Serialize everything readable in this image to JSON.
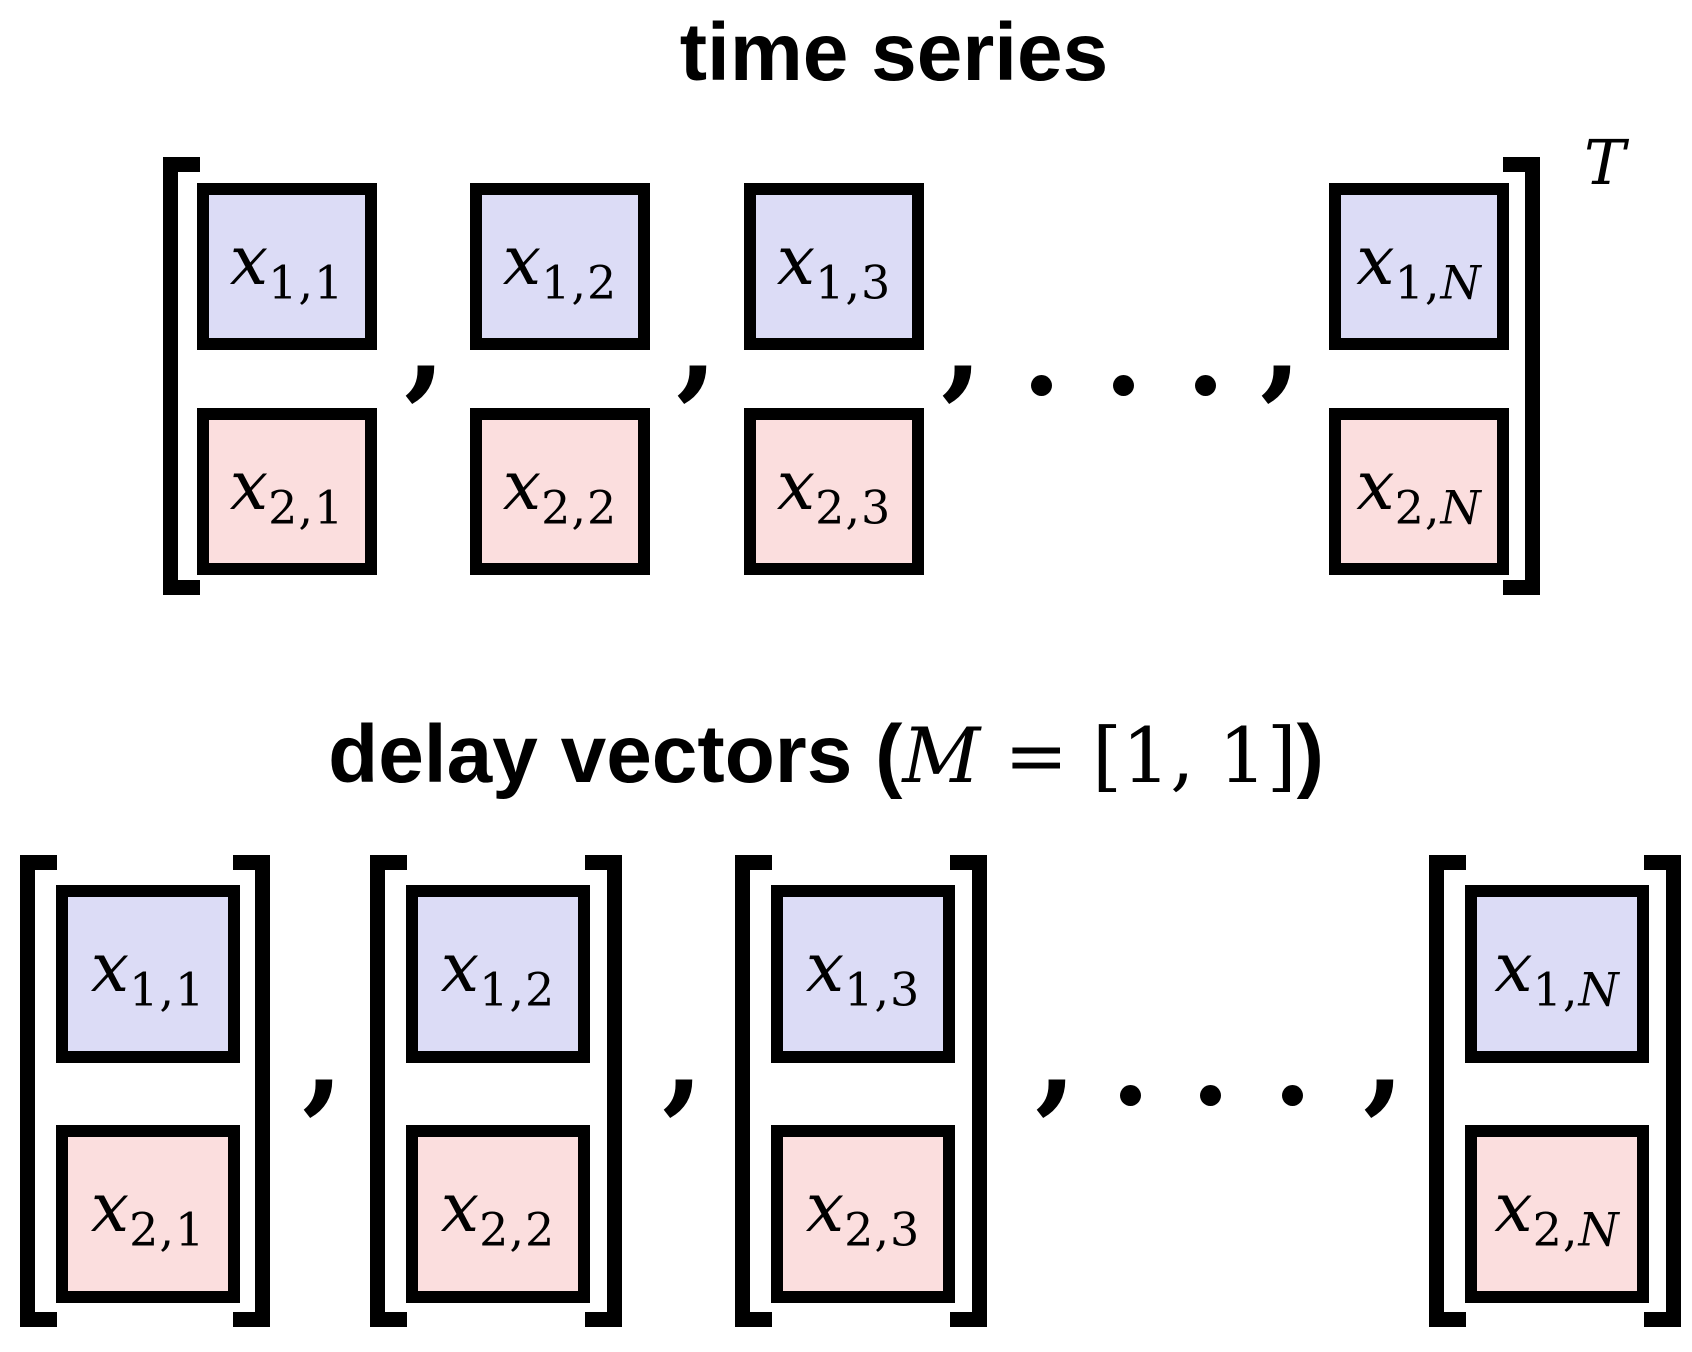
{
  "colors": {
    "blue_fill": "#dcdcf6",
    "pink_fill": "#fbdede",
    "ink": "#000000"
  },
  "symbols": {
    "comma": ",",
    "cdots": "⋯",
    "transpose": "T"
  },
  "time_series": {
    "title": "time series",
    "columns": [
      {
        "top": {
          "base": "x",
          "sub_prefix": "1,",
          "sub_var": "1"
        },
        "bottom": {
          "base": "x",
          "sub_prefix": "2,",
          "sub_var": "1"
        }
      },
      {
        "top": {
          "base": "x",
          "sub_prefix": "1,",
          "sub_var": "2"
        },
        "bottom": {
          "base": "x",
          "sub_prefix": "2,",
          "sub_var": "2"
        }
      },
      {
        "top": {
          "base": "x",
          "sub_prefix": "1,",
          "sub_var": "3"
        },
        "bottom": {
          "base": "x",
          "sub_prefix": "2,",
          "sub_var": "3"
        }
      },
      {
        "top": {
          "base": "x",
          "sub_prefix": "1,",
          "sub_var": "N"
        },
        "bottom": {
          "base": "x",
          "sub_prefix": "2,",
          "sub_var": "N"
        }
      }
    ]
  },
  "delay_vectors": {
    "title": {
      "prefix": "delay vectors ",
      "open_paren": "(",
      "var": "M",
      "equation": " = [1, 1]",
      "close_paren": ")"
    },
    "vectors": [
      {
        "top": {
          "base": "x",
          "sub_prefix": "1,",
          "sub_var": "1"
        },
        "bottom": {
          "base": "x",
          "sub_prefix": "2,",
          "sub_var": "1"
        }
      },
      {
        "top": {
          "base": "x",
          "sub_prefix": "1,",
          "sub_var": "2"
        },
        "bottom": {
          "base": "x",
          "sub_prefix": "2,",
          "sub_var": "2"
        }
      },
      {
        "top": {
          "base": "x",
          "sub_prefix": "1,",
          "sub_var": "3"
        },
        "bottom": {
          "base": "x",
          "sub_prefix": "2,",
          "sub_var": "3"
        }
      },
      {
        "top": {
          "base": "x",
          "sub_prefix": "1,",
          "sub_var": "N"
        },
        "bottom": {
          "base": "x",
          "sub_prefix": "2,",
          "sub_var": "N"
        }
      }
    ]
  }
}
